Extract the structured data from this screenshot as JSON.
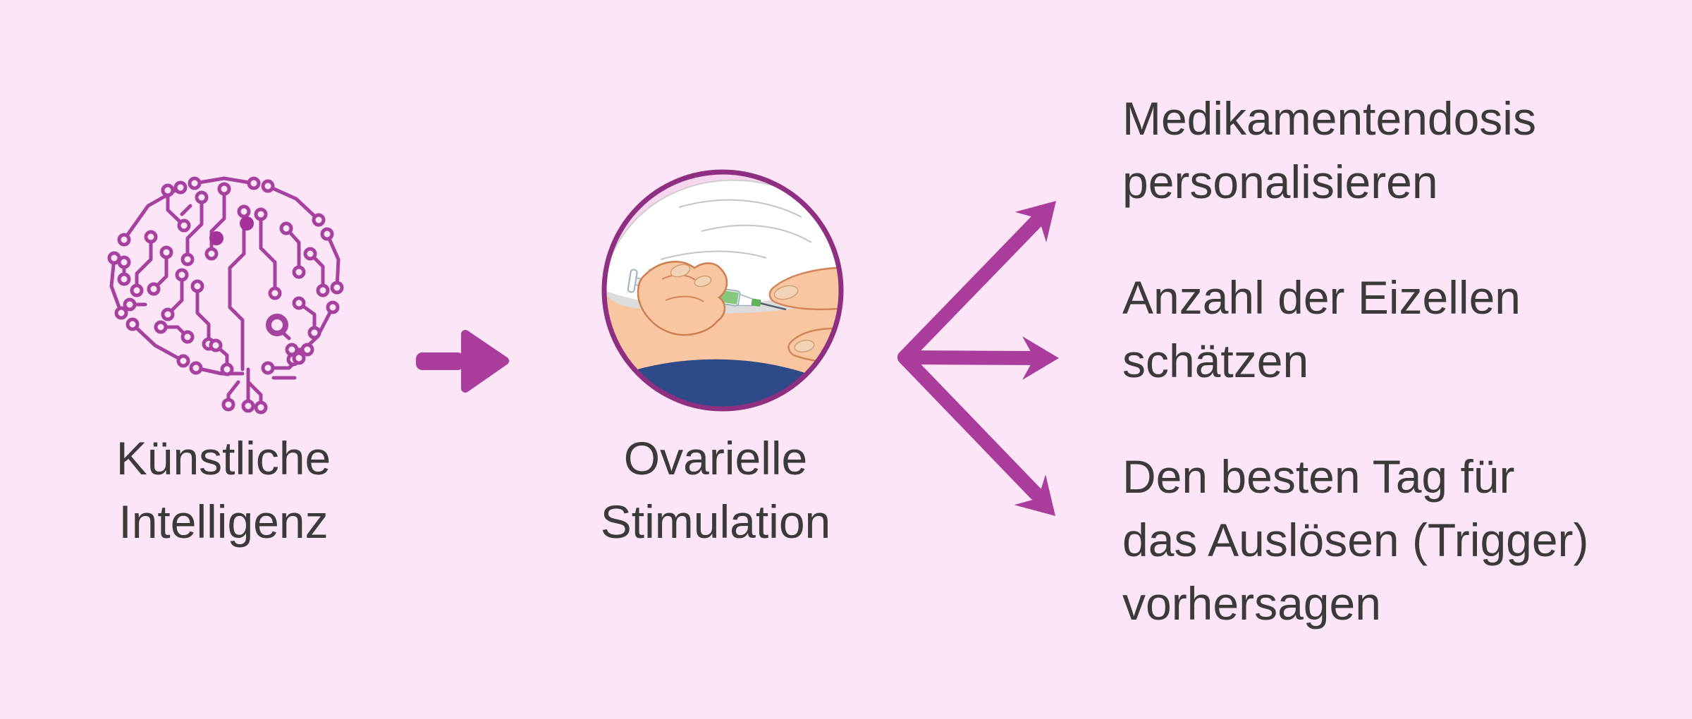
{
  "diagram": {
    "title_implicit": "KI bei ovarieller Stimulation",
    "background_color": "#fce5f7",
    "accent_color": "#aa3d9c",
    "circuit_color": "#a7419f",
    "ring_color": "#8f2f82",
    "text_color": "#3a3a3a",
    "left_node": {
      "icon": "circuit-brain-icon",
      "label": "Künstliche\nIntelligenz"
    },
    "center_node": {
      "icon": "abdominal-injection-illustration",
      "label": "Ovarielle\nStimulation"
    },
    "outcomes": [
      {
        "label": "Medikamentendosis\npersonalisieren"
      },
      {
        "label": "Anzahl der Eizellen\nschätzen"
      },
      {
        "label": "Den besten Tag für\ndas Auslösen (Trigger)\nvorhersagen"
      }
    ]
  }
}
